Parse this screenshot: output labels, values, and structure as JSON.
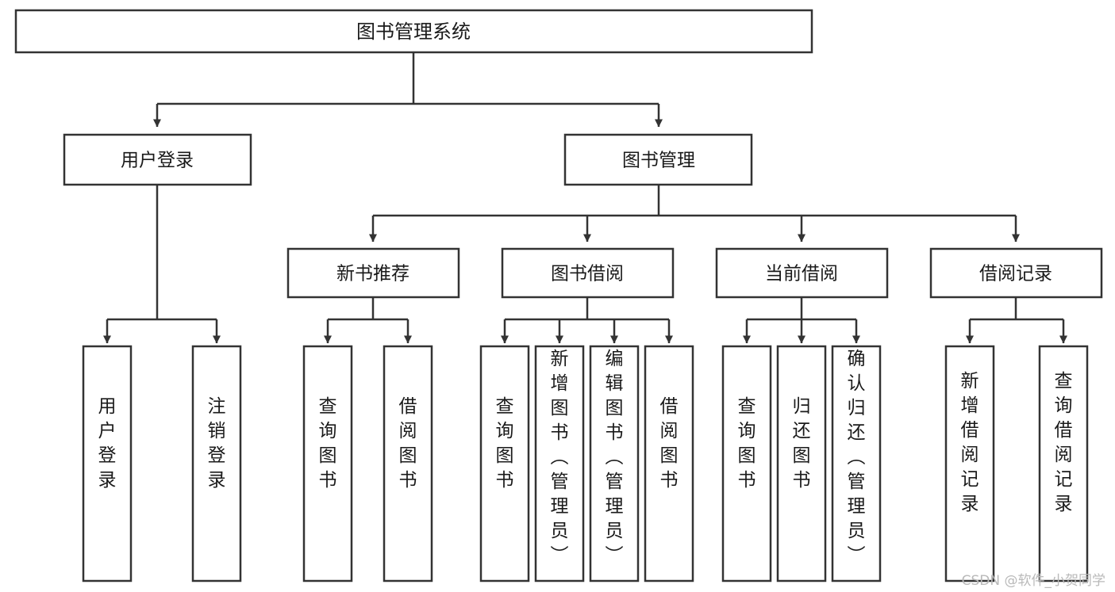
{
  "diagram": {
    "title": "图书管理系统",
    "type": "tree-hierarchy-diagram",
    "colors": {
      "box_fill": "#ffffff",
      "box_stroke": "#333333",
      "text": "#1a1a1a",
      "background": "#ffffff",
      "watermark": "#b9b9b9"
    },
    "root": {
      "label": "图书管理系统"
    },
    "level2": [
      {
        "label": "用户登录"
      },
      {
        "label": "图书管理"
      }
    ],
    "level3": [
      {
        "label": "新书推荐"
      },
      {
        "label": "图书借阅"
      },
      {
        "label": "当前借阅"
      },
      {
        "label": "借阅记录"
      }
    ],
    "leaves": {
      "user_login": [
        {
          "label": "用户登录"
        },
        {
          "label": "注销登录"
        }
      ],
      "new_book_recommend": [
        {
          "label": "查询图书"
        },
        {
          "label": "借阅图书"
        }
      ],
      "book_borrow": [
        {
          "label": "查询图书"
        },
        {
          "label": "新增图书（管理员）"
        },
        {
          "label": "编辑图书（管理员）"
        },
        {
          "label": "借阅图书"
        }
      ],
      "current_borrow": [
        {
          "label": "查询图书"
        },
        {
          "label": "归还图书"
        },
        {
          "label": "确认归还（管理员）"
        }
      ],
      "borrow_record": [
        {
          "label": "新增借阅记录"
        },
        {
          "label": "查询借阅记录"
        }
      ]
    }
  },
  "watermark": {
    "text": "CSDN @软件_小贺同学"
  }
}
